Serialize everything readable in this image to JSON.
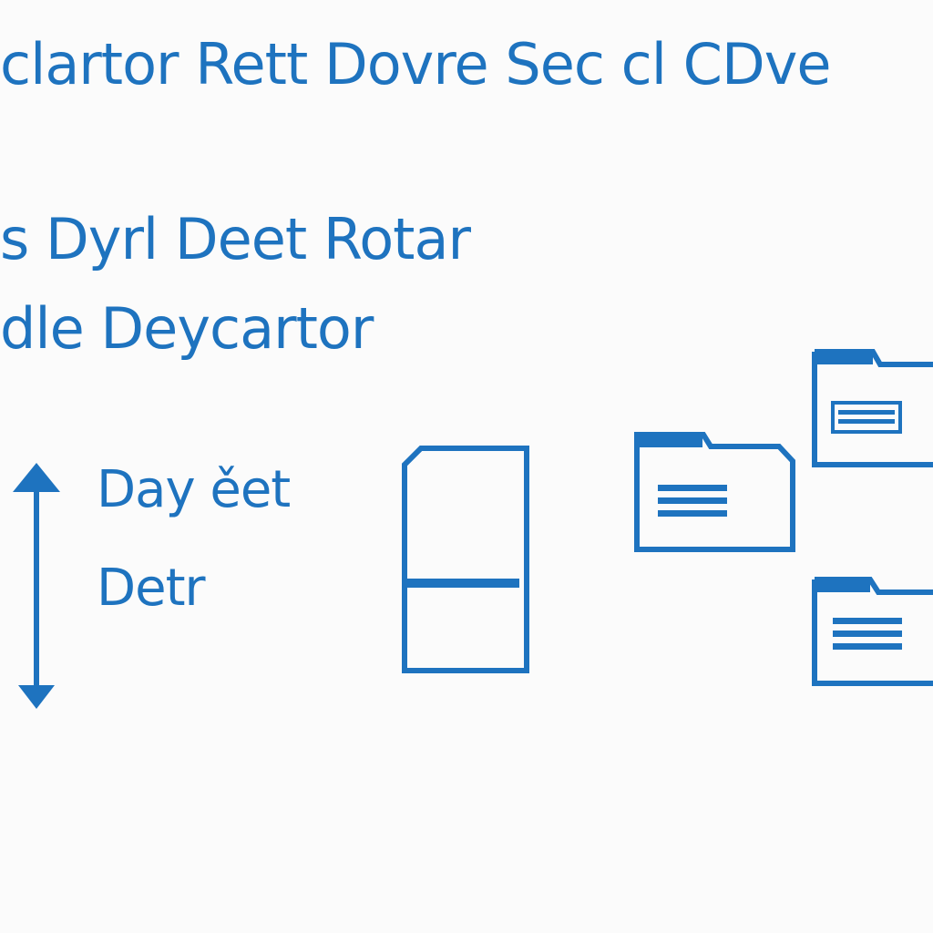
{
  "title": "clartor Rett Dovre Sec cl CDve",
  "headings": [
    "s Dyrl Deet Rotar",
    "dle Deycartor"
  ],
  "arrow_labels": [
    "Day ěet",
    "Detr"
  ],
  "colors": {
    "accent": "#1e73bf",
    "background": "#fbfbfb"
  },
  "icons": [
    "double-arrow-icon",
    "document-icon",
    "folder-icon",
    "folder-icon",
    "folder-icon"
  ]
}
